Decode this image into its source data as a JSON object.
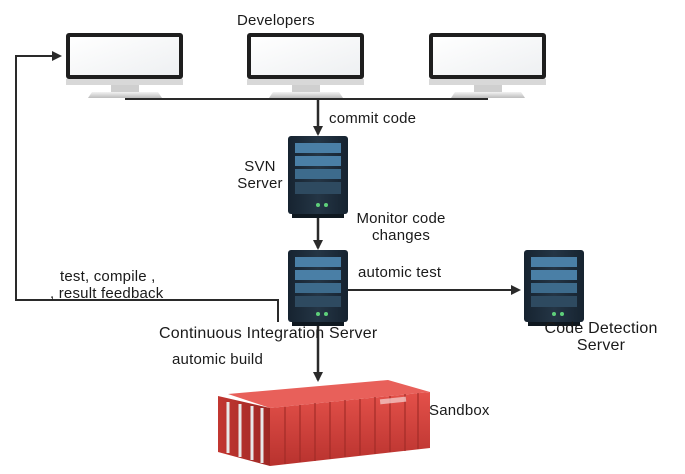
{
  "labels": {
    "developers": "Developers",
    "commit_code": "commit code",
    "svn_line1": "SVN",
    "svn_line2": "Server",
    "monitor_line1": "Monitor code",
    "monitor_line2": "changes",
    "feedback_line1": "test, compile ,",
    "feedback_line2": ", result feedback",
    "automic_test": "automic test",
    "ci_server": "Continuous Integration Server",
    "code_detect_line1": "Code Detection",
    "code_detect_line2": "Server",
    "automic_build": "automic build",
    "sandbox": "Sandbox"
  },
  "icons": {
    "developer_monitors": [
      "monitor-icon",
      "monitor-icon",
      "monitor-icon"
    ],
    "svn_server": "server-icon",
    "ci_server": "server-icon",
    "code_detection_server": "server-icon",
    "sandbox": "shipping-container-icon"
  },
  "colors": {
    "server_body": "#1d2b38",
    "server_panel": "#4a7fa6",
    "container_red": "#d9403c",
    "line": "#2a2a2a"
  }
}
